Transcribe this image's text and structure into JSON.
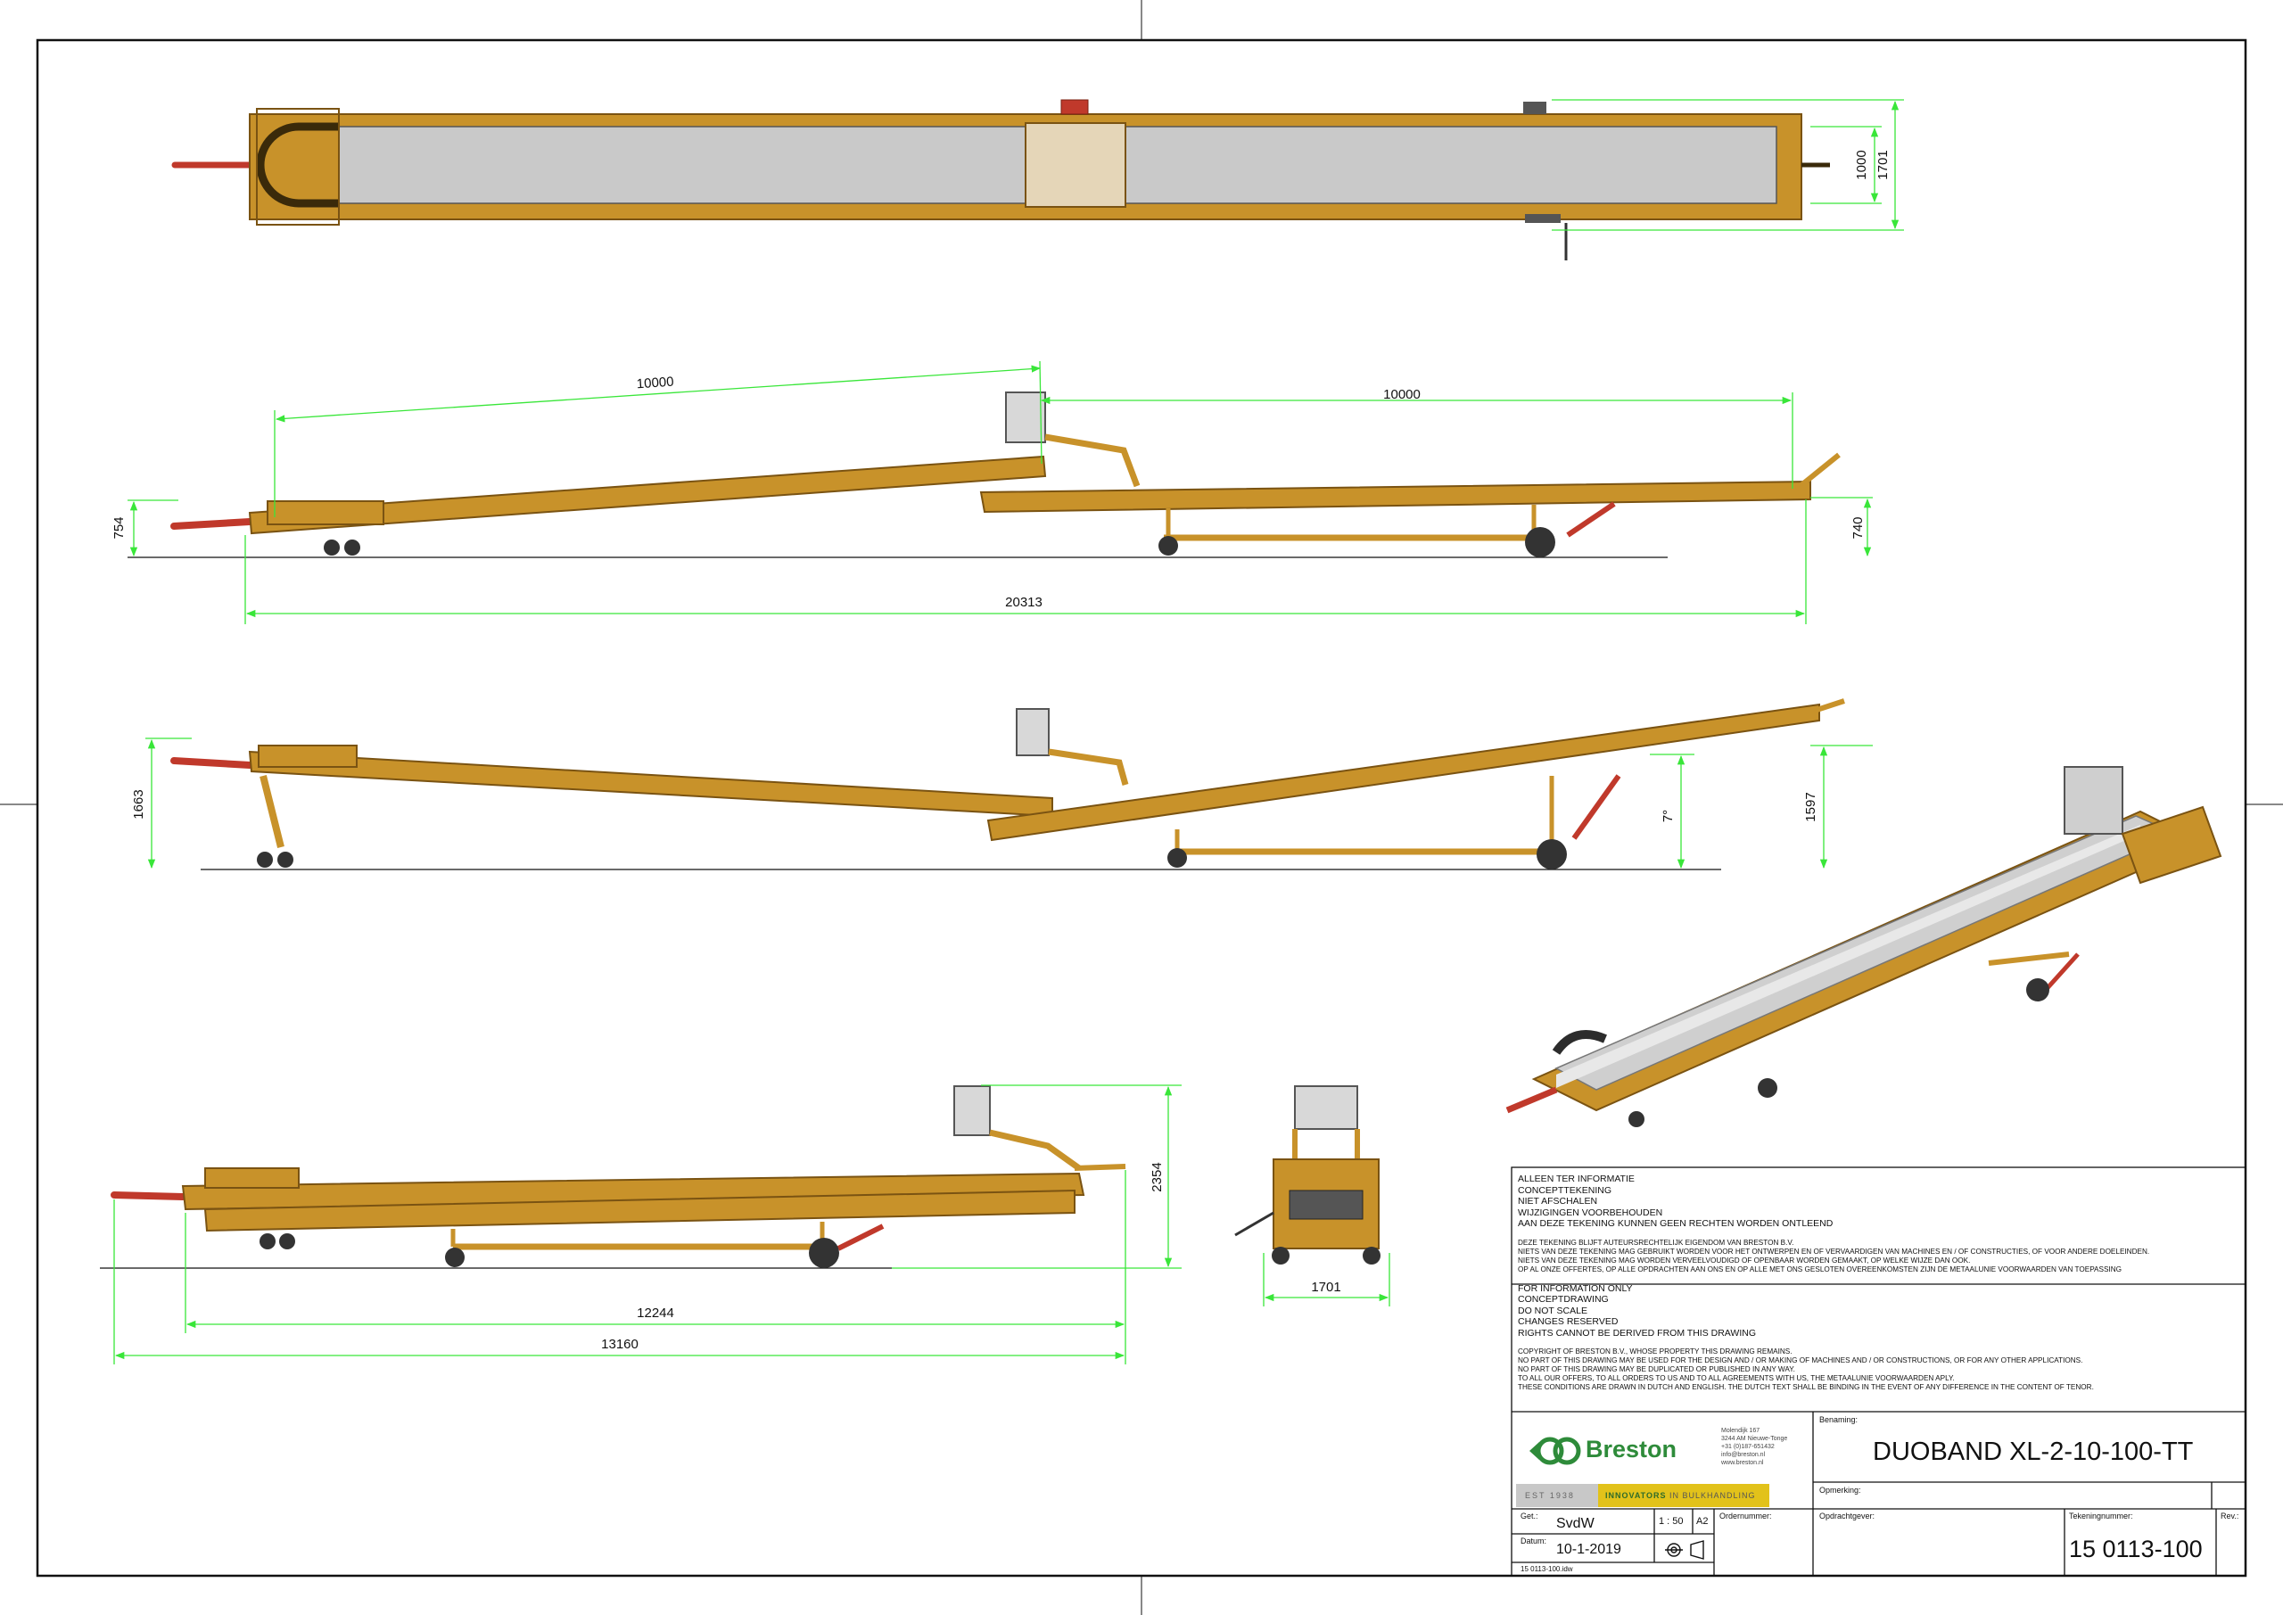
{
  "dimensions": {
    "top_view": {
      "inner_width": "1000",
      "outer_width": "1701"
    },
    "side_view_1": {
      "length_a": "10000",
      "length_b": "10000",
      "height_left": "754",
      "height_right": "740",
      "total_length": "20313"
    },
    "side_view_2": {
      "height_left": "1663",
      "angle": "7°",
      "height_right": "1597"
    },
    "side_view_3": {
      "height": "2354",
      "length_inner": "12244",
      "length_total": "13160"
    },
    "end_view": {
      "width": "1701"
    }
  },
  "notes": {
    "dutch_block": [
      "ALLEEN TER INFORMATIE",
      "CONCEPTTEKENING",
      "NIET AFSCHALEN",
      "WIJZIGINGEN VOORBEHOUDEN",
      "AAN DEZE TEKENING KUNNEN GEEN RECHTEN WORDEN ONTLEEND"
    ],
    "dutch_legal": [
      "DEZE TEKENING BLIJFT AUTEURSRECHTELIJK EIGENDOM VAN BRESTON B.V.",
      "NIETS VAN DEZE TEKENING MAG GEBRUIKT WORDEN VOOR HET ONTWERPEN EN OF VERVAARDIGEN VAN MACHINES EN / OF CONSTRUCTIES, OF VOOR ANDERE DOELEINDEN.",
      "NIETS VAN DEZE TEKENING MAG WORDEN VERVEELVOUDIGD OF OPENBAAR WORDEN GEMAAKT, OP WELKE WIJZE DAN OOK.",
      "OP AL ONZE OFFERTES, OP ALLE OPDRACHTEN AAN ONS EN OP ALLE MET ONS GESLOTEN OVEREENKOMSTEN ZIJN DE METAALUNIE VOORWAARDEN VAN TOEPASSING"
    ],
    "english_block": [
      "FOR INFORMATION ONLY",
      "CONCEPTDRAWING",
      "DO NOT SCALE",
      "CHANGES RESERVED",
      "RIGHTS CANNOT BE DERIVED FROM THIS DRAWING"
    ],
    "english_legal": [
      "COPYRIGHT OF BRESTON B.V., WHOSE PROPERTY THIS DRAWING REMAINS.",
      "NO PART OF THIS DRAWING MAY BE USED FOR THE DESIGN AND / OR MAKING OF MACHINES AND / OR CONSTRUCTIONS, OR FOR ANY OTHER APPLICATIONS.",
      "NO PART OF THIS DRAWING MAY BE DUPLICATED OR PUBLISHED IN ANY WAY.",
      "TO ALL OUR OFFERS, TO ALL ORDERS TO US AND TO ALL AGREEMENTS WITH US, THE METAALUNIE VOORWAARDEN APLY.",
      "THESE CONDITIONS ARE DRAWN IN DUTCH AND ENGLISH. THE DUTCH TEXT SHALL BE BINDING IN THE EVENT OF ANY DIFFERENCE IN THE CONTENT OF TENOR."
    ]
  },
  "title_block": {
    "company": "Breston",
    "address": [
      "Molendijk 167",
      "3244 AM Nieuwe-Tonge",
      "+31 (0)187-651432",
      "info@breston.nl",
      "www.breston.nl"
    ],
    "est": "EST 1938",
    "slogan_a": "INNOVATORS",
    "slogan_b": "IN BULKHANDLING",
    "benaming_label": "Benaming:",
    "title": "DUOBAND XL-2-10-100-TT",
    "opmerking_label": "Opmerking:",
    "get_label": "Get.:",
    "drawn_by": "SvdW",
    "scale": "1 : 50",
    "paper": "A2",
    "ordernummer_label": "Ordernummer:",
    "opdrachtgever_label": "Opdrachtgever:",
    "tekeningnummer_label": "Tekeningnummer:",
    "rev_label": "Rev.:",
    "datum_label": "Datum:",
    "date": "10-1-2019",
    "drawing_number": "15 0113-100",
    "filename": "15 0113-100.idw"
  },
  "colors": {
    "frame": "#c8922a",
    "frame_dark": "#7a5312",
    "belt": "#c9c9c9",
    "dim_line": "#39e639",
    "red": "#c0392b",
    "logo_green": "#2e8b3a",
    "slogan_yellow": "#e2c21a"
  }
}
